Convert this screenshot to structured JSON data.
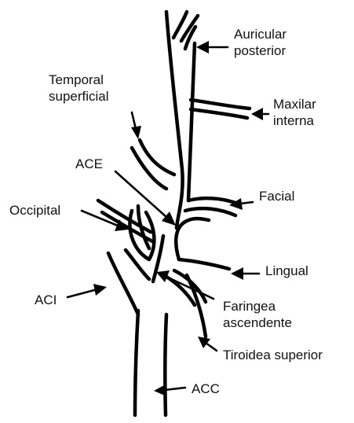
{
  "labels": {
    "auricular_posterior": "Auricular\nposterior",
    "temporal_superficial": "Temporal\nsuperficial",
    "maxilar_interna": "Maxilar\ninterna",
    "ace": "ACE",
    "facial": "Facial",
    "occipital": "Occipital",
    "lingual": "Lingual",
    "aci": "ACI",
    "faringea_ascendente": "Faringea\nascendente",
    "tiroidea_superior": "Tiroidea superior",
    "acc": "ACC"
  },
  "colors": {
    "line": "#000000",
    "background": "#ffffff"
  }
}
